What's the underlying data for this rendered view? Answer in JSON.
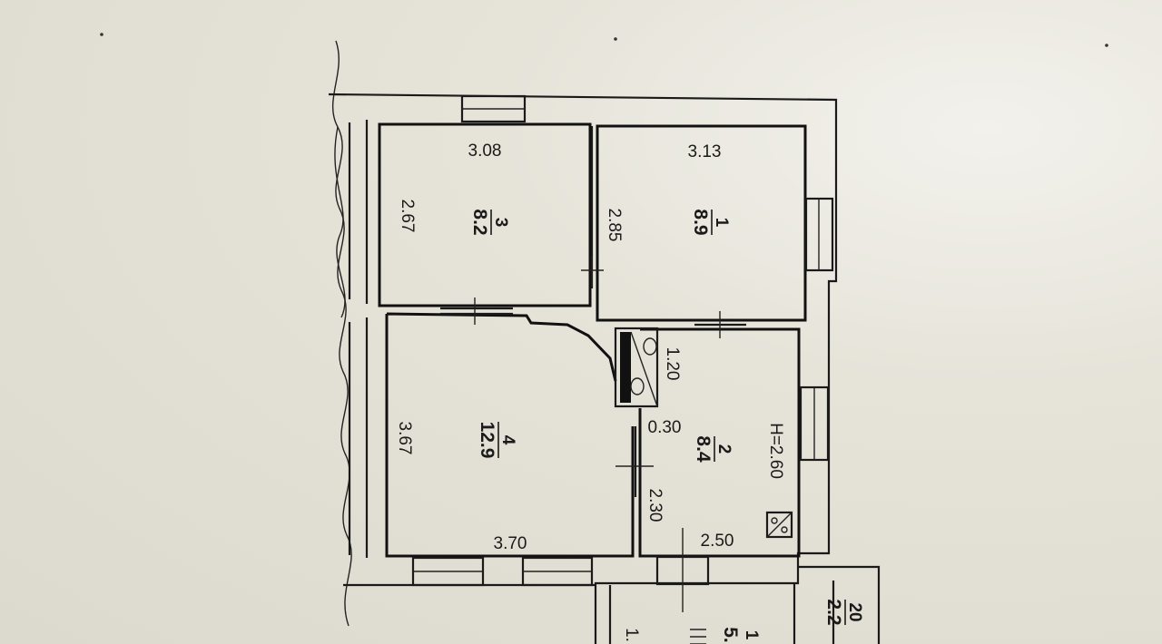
{
  "plan": {
    "ceiling_height": "H=2.60",
    "rooms": [
      {
        "number": "3",
        "area": "8.2"
      },
      {
        "number": "1",
        "area": "8.9"
      },
      {
        "number": "4",
        "area": "12.9"
      },
      {
        "number": "2",
        "area": "8.4"
      }
    ],
    "dimensions": {
      "room3_width": "3.08",
      "room1_width": "3.13",
      "room3_height": "2.67",
      "room1_height": "2.85",
      "room4_height": "3.67",
      "room4_width": "3.70",
      "room2_cabin": "1.20",
      "room2_step": "0.30",
      "room2_lower": "2.30",
      "room2_width": "2.50"
    },
    "adjacent_unit": {
      "label_a": "20",
      "label_b": "2.2",
      "partial_number": "1",
      "partial_area": "5.",
      "partial_dim": "1."
    }
  }
}
